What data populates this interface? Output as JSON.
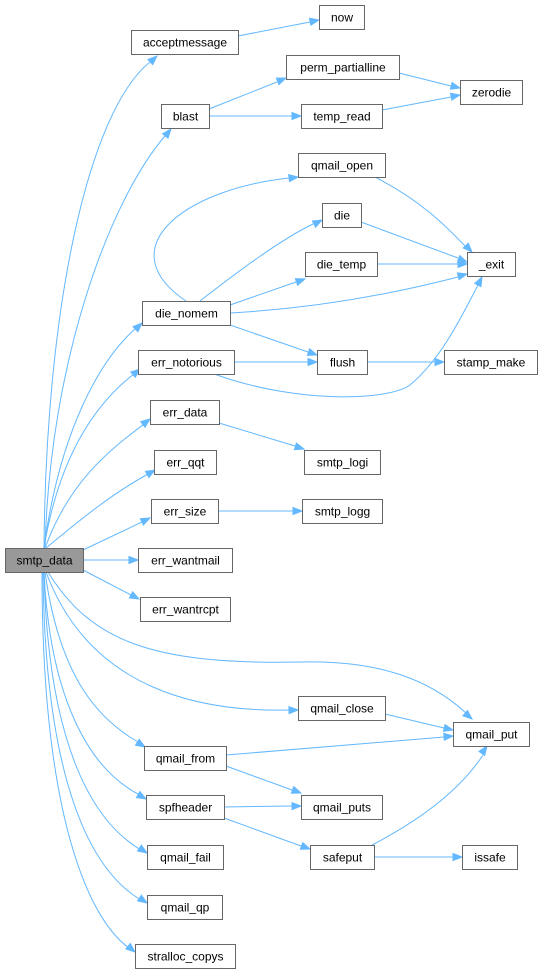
{
  "graph": {
    "root": "smtp_data",
    "nodes": [
      {
        "id": "smtp_data",
        "label": "smtp_data",
        "root": true
      },
      {
        "id": "acceptmessage",
        "label": "acceptmessage"
      },
      {
        "id": "now",
        "label": "now"
      },
      {
        "id": "blast",
        "label": "blast"
      },
      {
        "id": "perm_partialline",
        "label": "perm_partialline"
      },
      {
        "id": "zerodie",
        "label": "zerodie"
      },
      {
        "id": "temp_read",
        "label": "temp_read"
      },
      {
        "id": "qmail_open",
        "label": "qmail_open"
      },
      {
        "id": "die",
        "label": "die"
      },
      {
        "id": "_exit",
        "label": "_exit"
      },
      {
        "id": "die_temp",
        "label": "die_temp"
      },
      {
        "id": "die_nomem",
        "label": "die_nomem"
      },
      {
        "id": "flush",
        "label": "flush"
      },
      {
        "id": "err_notorious",
        "label": "err_notorious"
      },
      {
        "id": "stamp_make",
        "label": "stamp_make"
      },
      {
        "id": "err_data",
        "label": "err_data"
      },
      {
        "id": "smtp_logi",
        "label": "smtp_logi"
      },
      {
        "id": "err_qqt",
        "label": "err_qqt"
      },
      {
        "id": "err_size",
        "label": "err_size"
      },
      {
        "id": "smtp_logg",
        "label": "smtp_logg"
      },
      {
        "id": "err_wantmail",
        "label": "err_wantmail"
      },
      {
        "id": "err_wantrcpt",
        "label": "err_wantrcpt"
      },
      {
        "id": "qmail_close",
        "label": "qmail_close"
      },
      {
        "id": "qmail_put",
        "label": "qmail_put"
      },
      {
        "id": "qmail_from",
        "label": "qmail_from"
      },
      {
        "id": "spfheader",
        "label": "spfheader"
      },
      {
        "id": "qmail_puts",
        "label": "qmail_puts"
      },
      {
        "id": "safeput",
        "label": "safeput"
      },
      {
        "id": "issafe",
        "label": "issafe"
      },
      {
        "id": "qmail_fail",
        "label": "qmail_fail"
      },
      {
        "id": "qmail_qp",
        "label": "qmail_qp"
      },
      {
        "id": "stralloc_copys",
        "label": "stralloc_copys"
      }
    ],
    "edges": [
      {
        "from": "smtp_data",
        "to": "acceptmessage"
      },
      {
        "from": "acceptmessage",
        "to": "now"
      },
      {
        "from": "smtp_data",
        "to": "blast"
      },
      {
        "from": "blast",
        "to": "perm_partialline"
      },
      {
        "from": "perm_partialline",
        "to": "zerodie"
      },
      {
        "from": "blast",
        "to": "temp_read"
      },
      {
        "from": "temp_read",
        "to": "zerodie"
      },
      {
        "from": "smtp_data",
        "to": "die_nomem"
      },
      {
        "from": "die_nomem",
        "to": "qmail_open"
      },
      {
        "from": "qmail_open",
        "to": "_exit"
      },
      {
        "from": "die_nomem",
        "to": "die"
      },
      {
        "from": "die",
        "to": "_exit"
      },
      {
        "from": "die_nomem",
        "to": "die_temp"
      },
      {
        "from": "die_temp",
        "to": "_exit"
      },
      {
        "from": "die_nomem",
        "to": "_exit"
      },
      {
        "from": "die_nomem",
        "to": "flush"
      },
      {
        "from": "smtp_data",
        "to": "err_notorious"
      },
      {
        "from": "err_notorious",
        "to": "flush"
      },
      {
        "from": "err_notorious",
        "to": "_exit"
      },
      {
        "from": "flush",
        "to": "stamp_make"
      },
      {
        "from": "smtp_data",
        "to": "err_data"
      },
      {
        "from": "err_data",
        "to": "smtp_logi"
      },
      {
        "from": "smtp_data",
        "to": "err_qqt"
      },
      {
        "from": "smtp_data",
        "to": "err_size"
      },
      {
        "from": "err_size",
        "to": "smtp_logg"
      },
      {
        "from": "smtp_data",
        "to": "err_wantmail"
      },
      {
        "from": "smtp_data",
        "to": "err_wantrcpt"
      },
      {
        "from": "smtp_data",
        "to": "qmail_put"
      },
      {
        "from": "smtp_data",
        "to": "qmail_close"
      },
      {
        "from": "qmail_close",
        "to": "qmail_put"
      },
      {
        "from": "smtp_data",
        "to": "qmail_from"
      },
      {
        "from": "qmail_from",
        "to": "qmail_put"
      },
      {
        "from": "qmail_from",
        "to": "qmail_puts"
      },
      {
        "from": "smtp_data",
        "to": "spfheader"
      },
      {
        "from": "spfheader",
        "to": "qmail_puts"
      },
      {
        "from": "spfheader",
        "to": "safeput"
      },
      {
        "from": "safeput",
        "to": "qmail_put"
      },
      {
        "from": "safeput",
        "to": "issafe"
      },
      {
        "from": "smtp_data",
        "to": "qmail_fail"
      },
      {
        "from": "smtp_data",
        "to": "qmail_qp"
      },
      {
        "from": "smtp_data",
        "to": "stralloc_copys"
      }
    ]
  },
  "colors": {
    "edge": "#63b8ff",
    "node_border": "#666666",
    "root_fill": "#999999",
    "node_fill": "#ffffff",
    "text": "#000000"
  }
}
